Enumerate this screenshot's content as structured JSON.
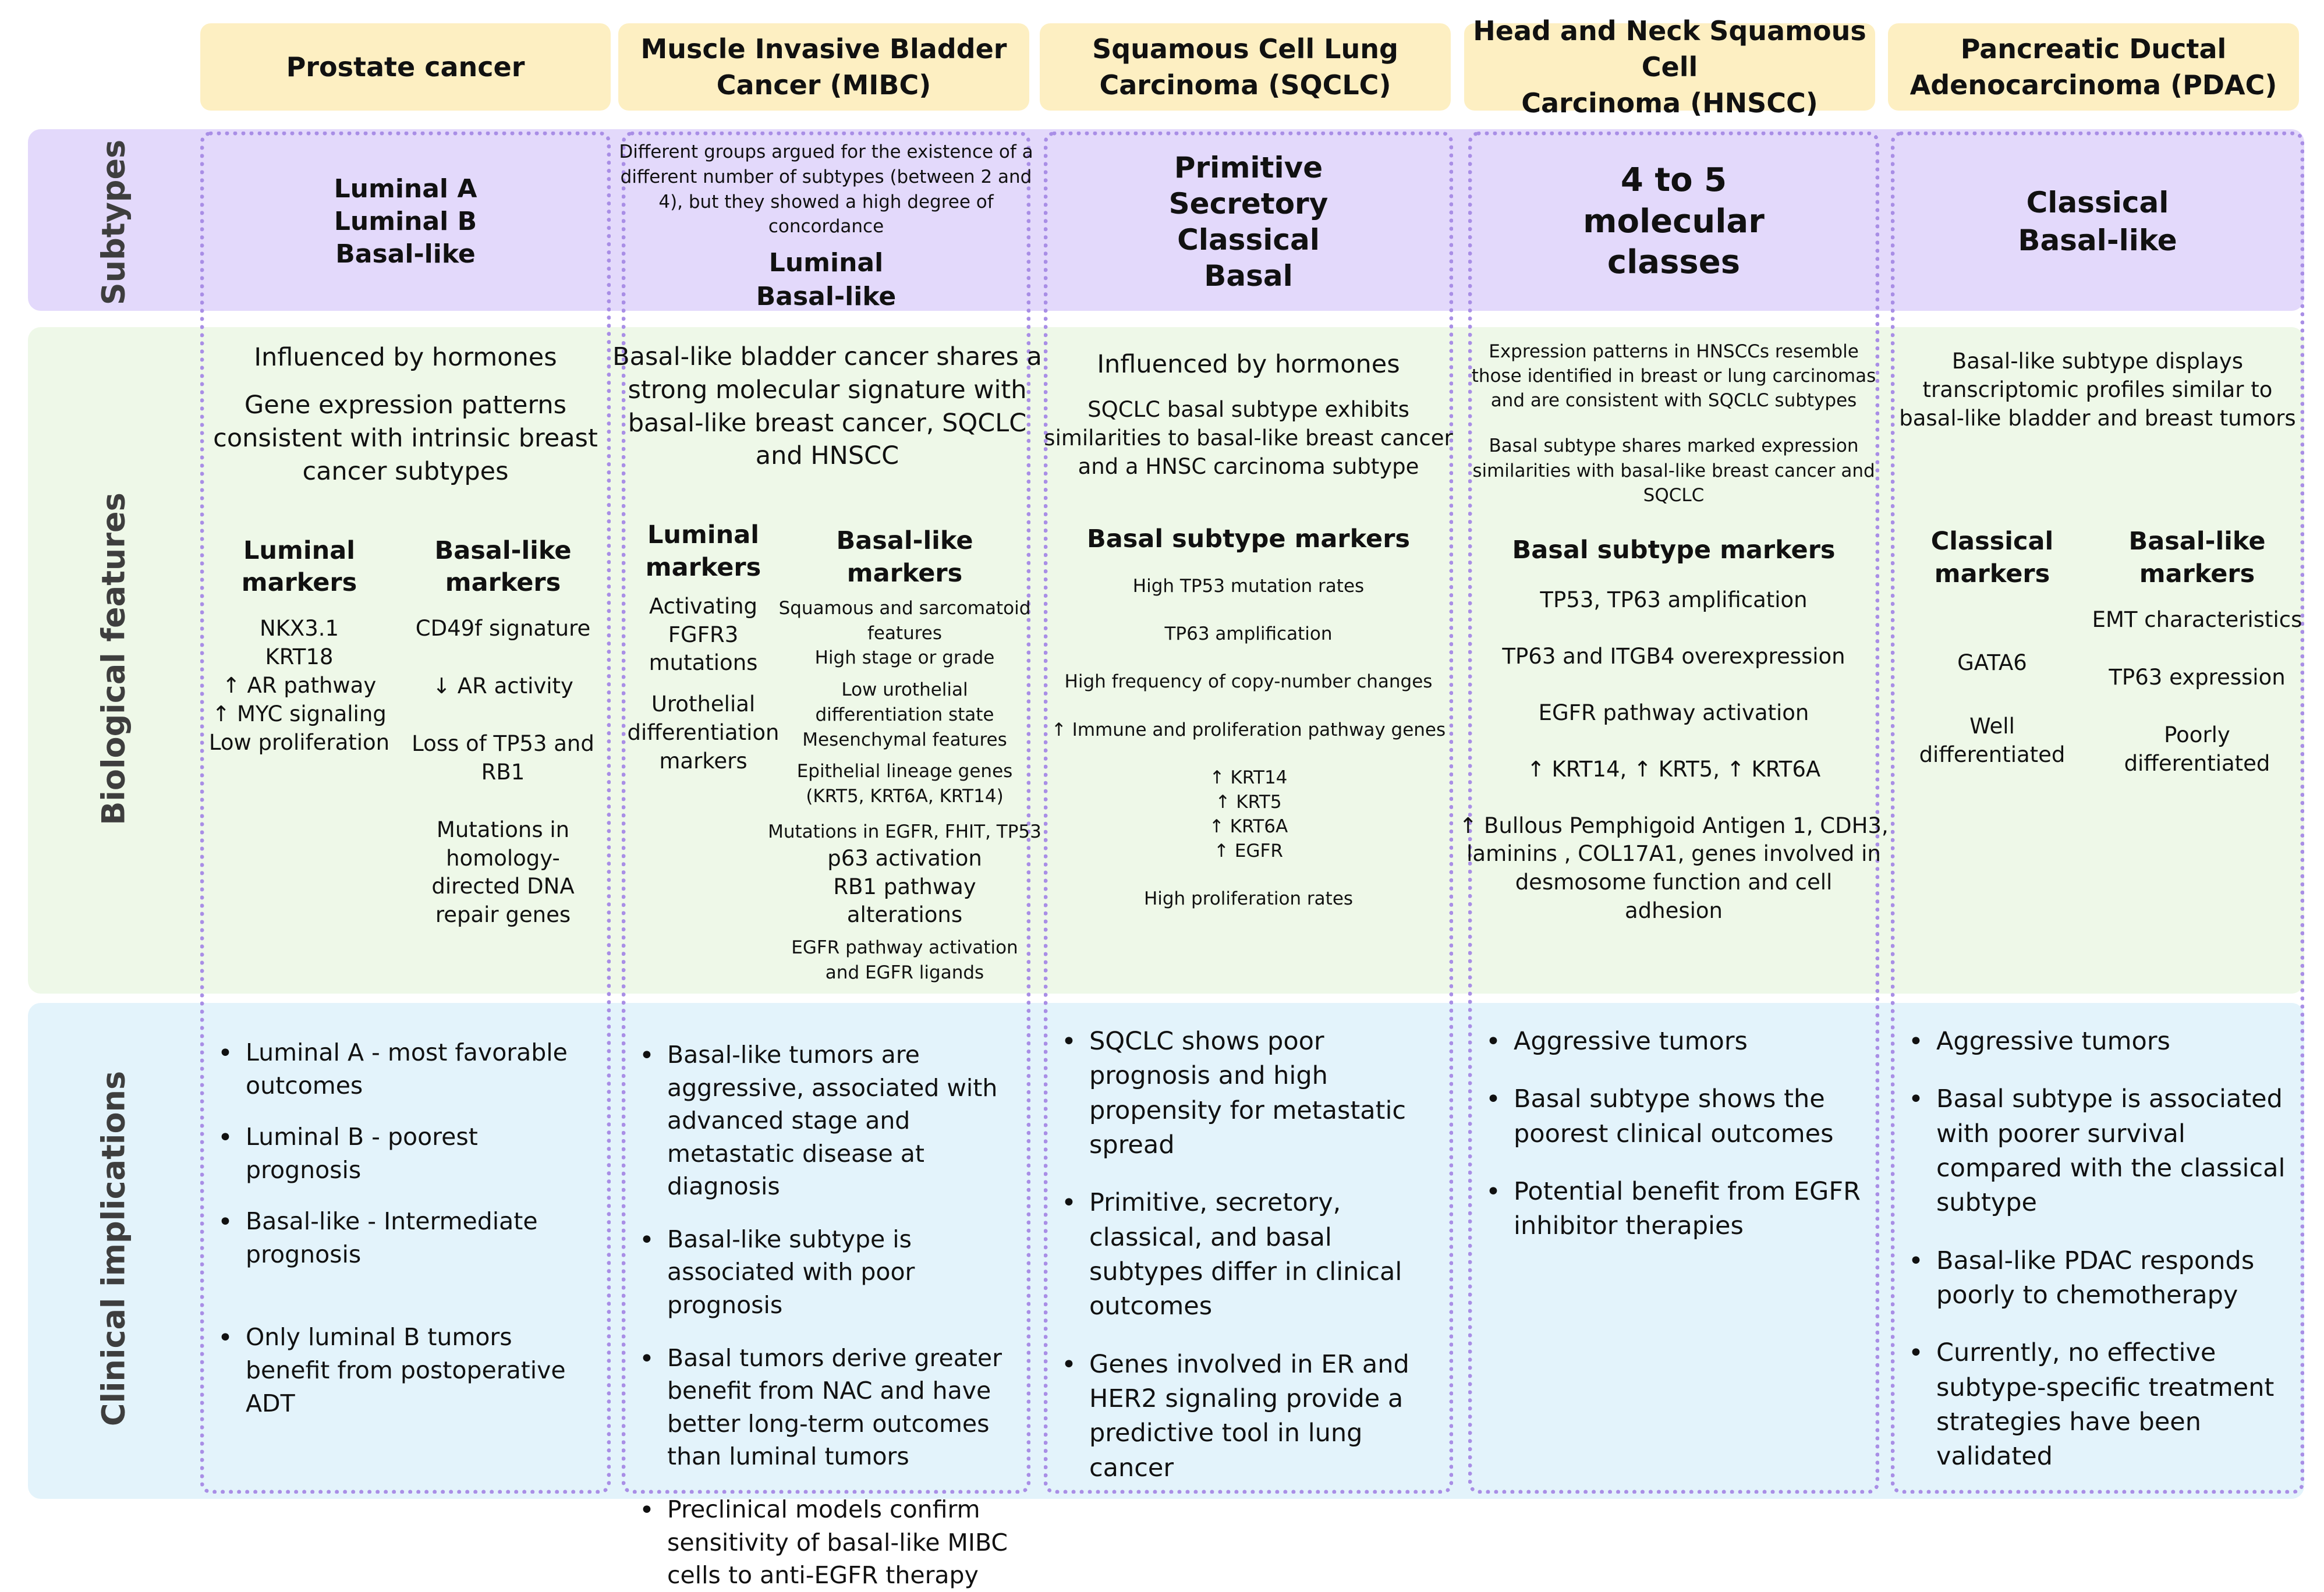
{
  "row_labels": {
    "subtypes": "Subtypes",
    "biological": "Biological features",
    "clinical": "Clinical implications"
  },
  "columns": [
    {
      "header": [
        "Prostate cancer"
      ],
      "subtypes": {
        "note": [],
        "names": [
          "Luminal A",
          "Luminal B",
          "Basal-like"
        ]
      },
      "bio": {
        "intro": [
          "Influenced by hormones",
          "Gene expression patterns",
          "consistent with intrinsic breast",
          "cancer subtypes"
        ],
        "markers": [
          {
            "title": [
              "Luminal",
              "markers"
            ],
            "items": [
              "NKX3.1",
              "KRT18",
              "↑ AR pathway",
              "↑ MYC signaling",
              "Low proliferation"
            ]
          },
          {
            "title": [
              "Basal-like",
              "markers"
            ],
            "items": [
              "CD49f signature",
              "↓ AR activity",
              "Loss of TP53 and",
              "RB1",
              "Mutations in",
              "homology-",
              "directed DNA",
              "repair genes"
            ]
          }
        ]
      },
      "clinical": [
        "Luminal A - most favorable outcomes",
        "Luminal B - poorest prognosis",
        "Basal-like - Intermediate prognosis",
        "Only luminal B tumors benefit from postoperative ADT"
      ]
    },
    {
      "header": [
        "Muscle Invasive Bladder",
        "Cancer (MIBC)"
      ],
      "subtypes": {
        "note": [
          "Different groups argued for the existence of a",
          "different number of subtypes (between 2 and",
          "4), but they showed a high degree of",
          "concordance"
        ],
        "names": [
          "Luminal",
          "Basal-like"
        ]
      },
      "bio": {
        "intro": [
          "Basal-like bladder cancer shares a",
          "strong molecular signature with",
          "basal-like breast cancer, SQCLC",
          "and HNSCC"
        ],
        "markers": [
          {
            "title": [
              "Luminal",
              "markers"
            ],
            "items": [
              "Activating",
              "FGFR3",
              "mutations",
              "Urothelial",
              "differentiation",
              "markers"
            ]
          },
          {
            "title": [
              "Basal-like",
              "markers"
            ],
            "items": [
              "Squamous and sarcomatoid",
              "features",
              "High stage or grade",
              "Low urothelial",
              "differentiation state",
              "Mesenchymal features",
              "Epithelial lineage genes",
              "(KRT5, KRT6A, KRT14)",
              "Mutations in EGFR, FHIT, TP53",
              "p63 activation",
              "RB1 pathway",
              "alterations",
              "EGFR pathway activation",
              "and EGFR ligands"
            ]
          }
        ]
      },
      "clinical": [
        "Basal-like tumors are aggressive, associated with advanced stage and metastatic disease at diagnosis",
        "Basal-like subtype is associated with poor prognosis",
        "Basal tumors derive greater benefit from NAC and have better long-term outcomes than luminal tumors",
        "Preclinical models confirm sensitivity of basal-like MIBC cells to anti-EGFR therapy"
      ]
    },
    {
      "header": [
        "Squamous Cell Lung",
        "Carcinoma  (SQCLC)"
      ],
      "subtypes": {
        "note": [],
        "names": [
          "Primitive",
          "Secretory",
          "Classical",
          "Basal"
        ]
      },
      "bio": {
        "intro": [
          "Influenced by hormones",
          "SQCLC basal subtype exhibits",
          "similarities to basal-like breast cancer",
          "and a HNSC carcinoma subtype"
        ],
        "marker_title": "Basal subtype markers",
        "items": [
          "High TP53 mutation rates",
          "TP63 amplification",
          "High frequency of copy-number changes",
          "↑ Immune and proliferation pathway genes",
          "↑ KRT14",
          "↑ KRT5",
          "↑ KRT6A",
          "↑ EGFR",
          "High proliferation rates"
        ]
      },
      "clinical": [
        "SQCLC shows poor prognosis and high propensity for metastatic spread",
        "Primitive, secretory, classical, and basal subtypes differ in clinical outcomes",
        "Genes involved in ER and HER2 signaling provide a predictive tool in lung cancer"
      ]
    },
    {
      "header": [
        "Head and Neck Squamous Cell",
        "Carcinoma (HNSCC)"
      ],
      "subtypes": {
        "note": [],
        "names": [
          "4 to 5",
          "molecular",
          "classes"
        ]
      },
      "bio": {
        "intro": [
          "Expression patterns in HNSCCs resemble",
          "those identified in breast or lung carcinomas",
          "and are consistent with SQCLC subtypes",
          "Basal subtype shares marked expression",
          "similarities with basal-like breast cancer and",
          "SQCLC"
        ],
        "marker_title": "Basal subtype markers",
        "items": [
          "TP53, TP63 amplification",
          "TP63 and ITGB4 overexpression",
          "EGFR pathway activation",
          "↑ KRT14, ↑ KRT5, ↑ KRT6A",
          "↑ Bullous Pemphigoid Antigen 1, CDH3,",
          "laminins , COL17A1, genes involved in",
          "desmosome function and cell",
          "adhesion"
        ]
      },
      "clinical": [
        "Aggressive tumors",
        "Basal subtype shows the poorest clinical outcomes",
        "Potential benefit from EGFR inhibitor therapies"
      ]
    },
    {
      "header": [
        "Pancreatic Ductal",
        "Adenocarcinoma (PDAC)"
      ],
      "subtypes": {
        "note": [],
        "names": [
          "Classical",
          "Basal-like"
        ]
      },
      "bio": {
        "intro": [
          "Basal-like subtype displays",
          "transcriptomic profiles similar to",
          "basal-like bladder and breast tumors"
        ],
        "markers": [
          {
            "title": [
              "Classical",
              "markers"
            ],
            "items": [
              "GATA6",
              "Well",
              "differentiated"
            ]
          },
          {
            "title": [
              "Basal-like",
              "markers"
            ],
            "items": [
              "EMT characteristics",
              "TP63 expression",
              "Poorly",
              "differentiated"
            ]
          }
        ]
      },
      "clinical": [
        "Aggressive tumors",
        "Basal subtype is associated with poorer survival compared with the classical subtype",
        "Basal-like PDAC responds poorly to chemotherapy",
        "Currently, no effective subtype-specific treatment strategies have been validated"
      ]
    }
  ]
}
